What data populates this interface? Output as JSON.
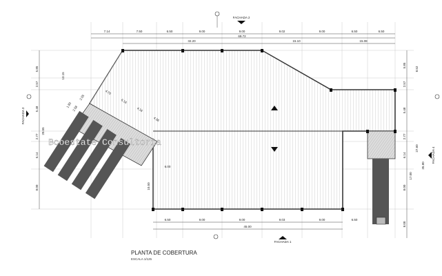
{
  "title": "PLANTA DE COBERTURA",
  "scale": "ESCALA 1/125",
  "watermark": "Bcoestate Consultoria",
  "elevations": {
    "f1": "FACHADA 1",
    "f2": "FACHADA 2",
    "f3": "FACHADA 3",
    "f4": "FACHADA 4"
  },
  "top_dims": [
    "7.14",
    "7.50",
    "6.50",
    "9.00",
    "9.00",
    "9.02",
    "9.00",
    "6.50",
    "6.50"
  ],
  "top_total": "69.72",
  "top_second": [
    "32.20",
    "15.10",
    "15.08"
  ],
  "bottom_dims": [
    "6.50",
    "9.00",
    "9.00",
    "9.03",
    "9.00",
    "6.50"
  ],
  "bottom_total": "45.00",
  "left_dims": [
    "5.85",
    "2.57",
    "5.48",
    "2.77",
    "6.14",
    "8.00"
  ],
  "left_totals": [
    "13.15",
    "20.55"
  ],
  "diag_dims": [
    "4.70",
    "6.16",
    "4.16",
    "4.36",
    "1.80",
    "2.58",
    "2.05"
  ],
  "right_dims": [
    "5.85",
    "2.57",
    "5.48",
    "2.77",
    "6.14",
    "8.00",
    "8.00"
  ],
  "right_totals": [
    "8.52",
    "27.60",
    "17.00",
    "35.80"
  ],
  "inner_dims": [
    "6.00",
    "10.50"
  ],
  "colors": {
    "line": "#444444",
    "car": "#555555",
    "hatch": "#cccccc"
  }
}
